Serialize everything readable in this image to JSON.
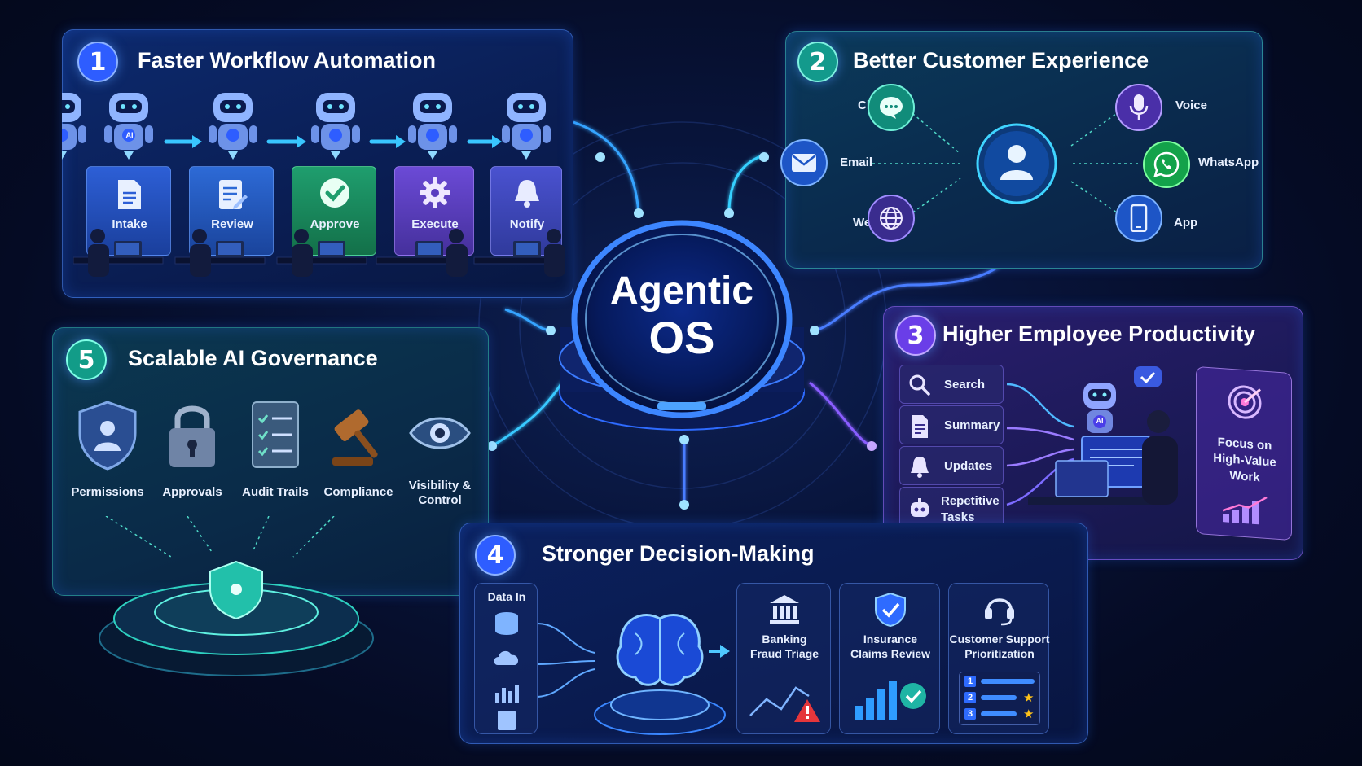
{
  "center": {
    "line1": "Agentic",
    "line2": "OS"
  },
  "workflow": {
    "number": "1",
    "title": "Faster Workflow Automation",
    "robot_badge": "AI",
    "steps": [
      "Intake",
      "Review",
      "Approve",
      "Execute",
      "Notify"
    ]
  },
  "customer": {
    "number": "2",
    "title": "Better Customer Experience",
    "channels": {
      "chat": "Chat",
      "email": "Email",
      "web": "Web",
      "voice": "Voice",
      "whatsapp": "WhatsApp",
      "app": "App"
    }
  },
  "productivity": {
    "number": "3",
    "title": "Higher Employee Productivity",
    "tasks": [
      "Search",
      "Summary",
      "Updates",
      "Repetitive",
      "Tasks"
    ],
    "robot_badge": "AI",
    "focus": [
      "Focus on",
      "High-Value",
      "Work"
    ]
  },
  "decision": {
    "number": "4",
    "title": "Stronger Decision-Making",
    "data_in": "Data In",
    "cases": {
      "banking": [
        "Banking",
        "Fraud Triage"
      ],
      "insurance": [
        "Insurance",
        "Claims Review"
      ],
      "support": [
        "Customer Support",
        "Prioritization"
      ]
    },
    "priority": [
      "1",
      "2",
      "3"
    ]
  },
  "governance": {
    "number": "5",
    "title": "Scalable AI Governance",
    "items": [
      "Permissions",
      "Approvals",
      "Audit Trails",
      "Compliance",
      "Visibility &",
      "Control"
    ]
  },
  "colors": {
    "blue": "#2e6bff",
    "teal": "#1fb4a4",
    "purple": "#7a4dff",
    "green": "#22c55e"
  }
}
